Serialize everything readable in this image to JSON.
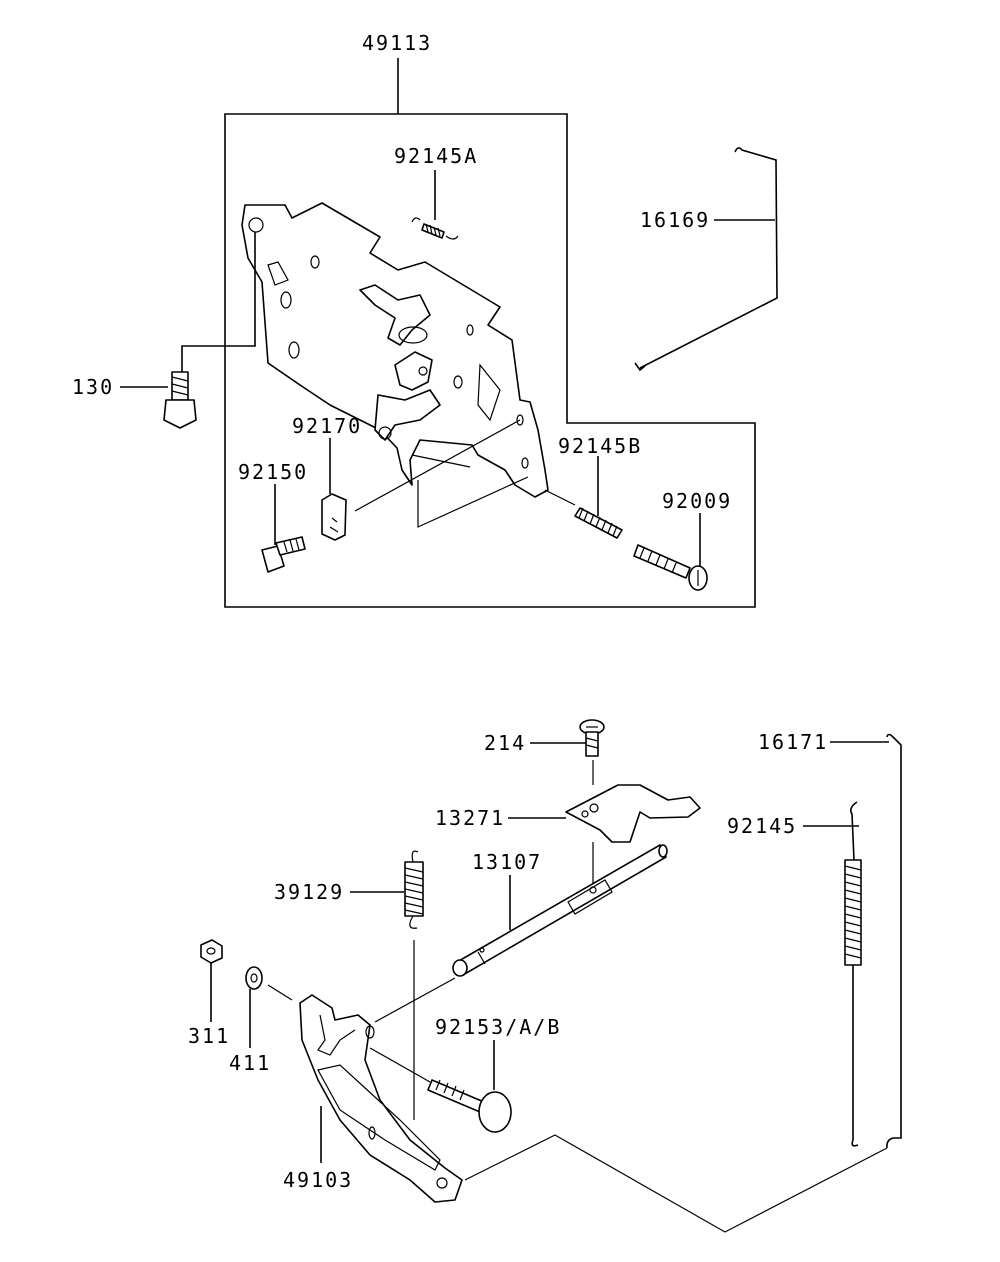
{
  "labels": {
    "p49113": "49113",
    "p92145A": "92145A",
    "p16169": "16169",
    "p130": "130",
    "p92170": "92170",
    "p92150": "92150",
    "p92145B": "92145B",
    "p92009": "92009",
    "p214": "214",
    "p16171": "16171",
    "p13271": "13271",
    "p92145": "92145",
    "p13107": "13107",
    "p39129": "39129",
    "p311": "311",
    "p411": "411",
    "p92153AB": "92153/A/B",
    "p49103": "49103"
  },
  "colors": {
    "line": "#000000",
    "background": "#ffffff"
  }
}
